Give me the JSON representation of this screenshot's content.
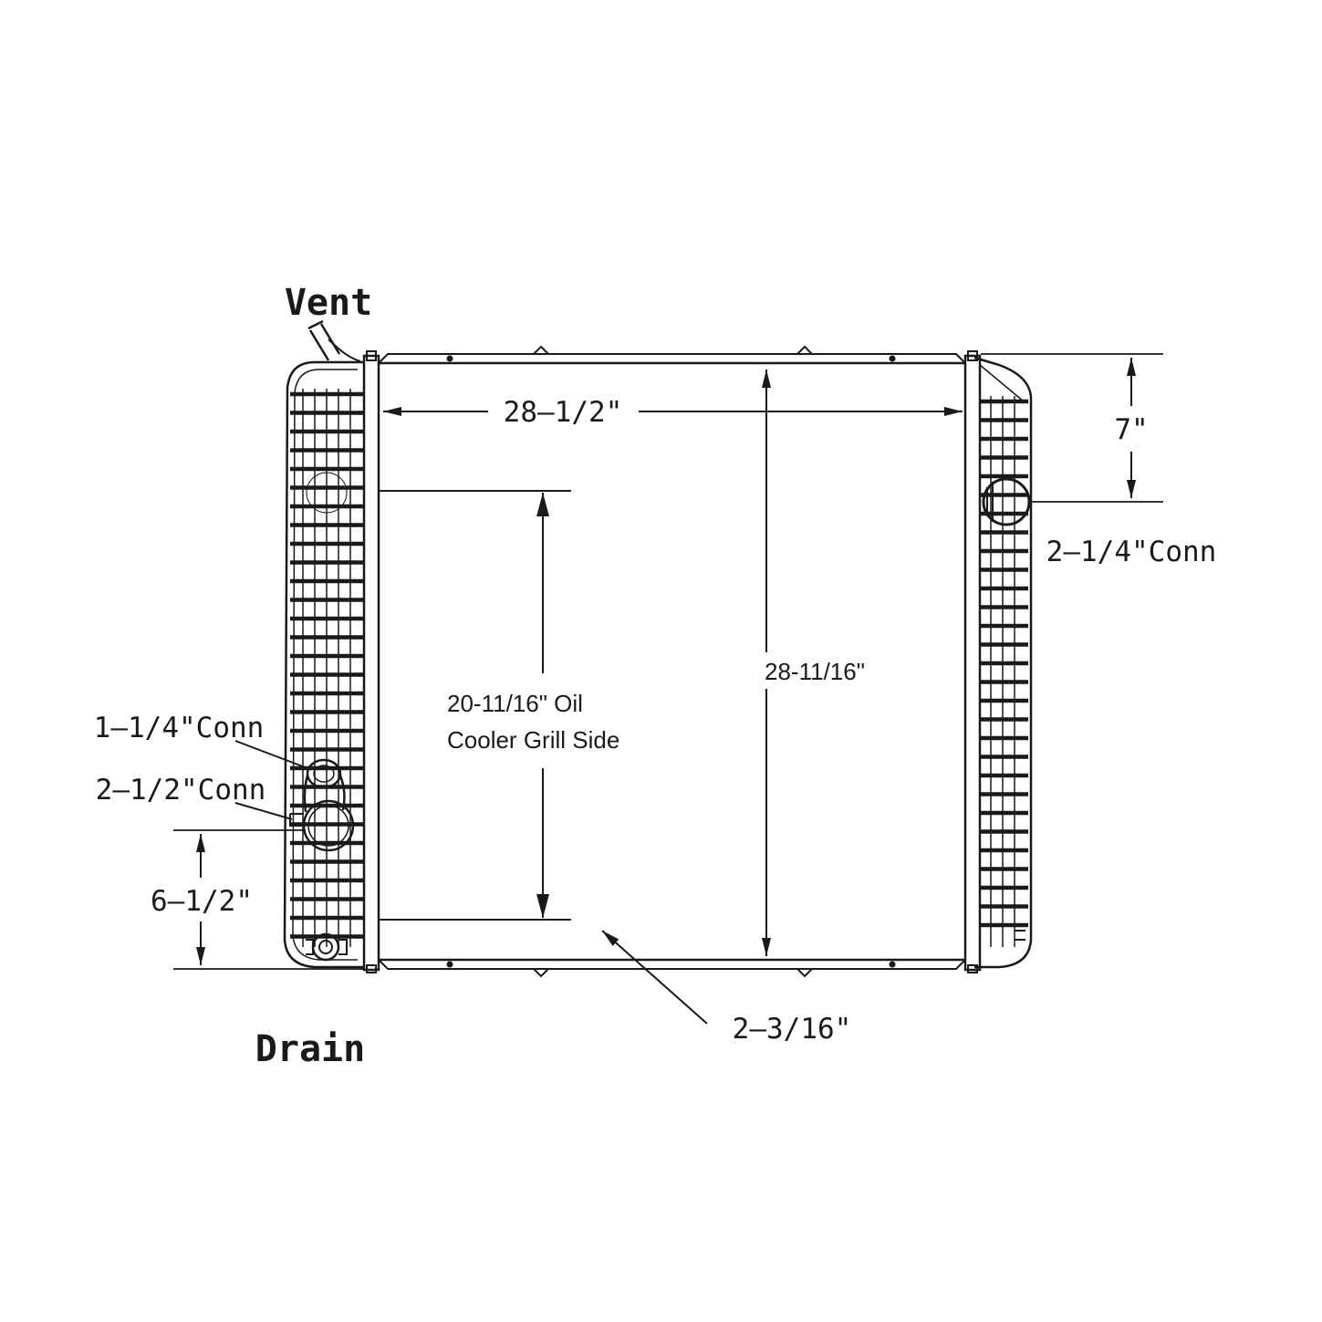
{
  "labels": {
    "vent": "Vent",
    "drain": "Drain",
    "width": "28–1/2\"",
    "height": "28-11/16\"",
    "oil_cooler_line1": "20-11/16\" Oil",
    "oil_cooler_line2": "Cooler Grill Side",
    "top_conn_offset": "7\"",
    "right_conn": "2–1/4\"Conn",
    "left_conn_small": "1–1/4\"Conn",
    "left_conn_large": "2–1/2\"Conn",
    "bottom_conn_offset": "6–1/2\"",
    "core_depth": "2–3/16\""
  },
  "colors": {
    "line": "#1a1a1a",
    "background": "#ffffff"
  }
}
